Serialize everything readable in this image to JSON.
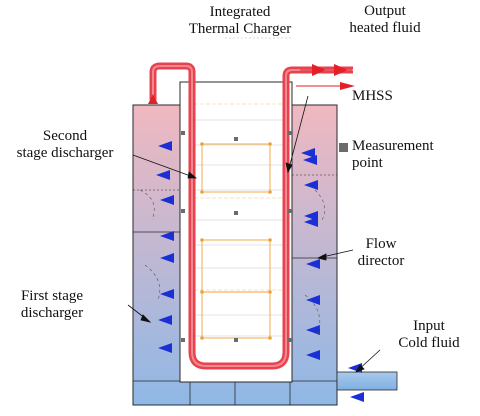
{
  "labels": {
    "integrated_charger": [
      "Integrated",
      "Thermal Charger"
    ],
    "output": [
      "Output",
      "heated fluid"
    ],
    "mhss": "MHSS",
    "measurement_point": [
      "Measurement",
      "point"
    ],
    "second_stage": [
      "Second",
      "stage discharger"
    ],
    "flow_director": [
      "Flow",
      "director"
    ],
    "first_stage": [
      "First stage",
      "discharger"
    ],
    "input": [
      "Input",
      "Cold fluid"
    ]
  },
  "colors": {
    "tank_top": "#f0b8c0",
    "tank_bottom": "#8fb8e6",
    "pipe": "#e8424f",
    "flow_arrow": "#1a2fd6",
    "hot_arrow": "#e2202a",
    "outline": "#2a2a2a",
    "measure_point": "#6b6b6b",
    "orange_marker": "#f0a23a"
  },
  "legend_icon": "measurement-point-square"
}
